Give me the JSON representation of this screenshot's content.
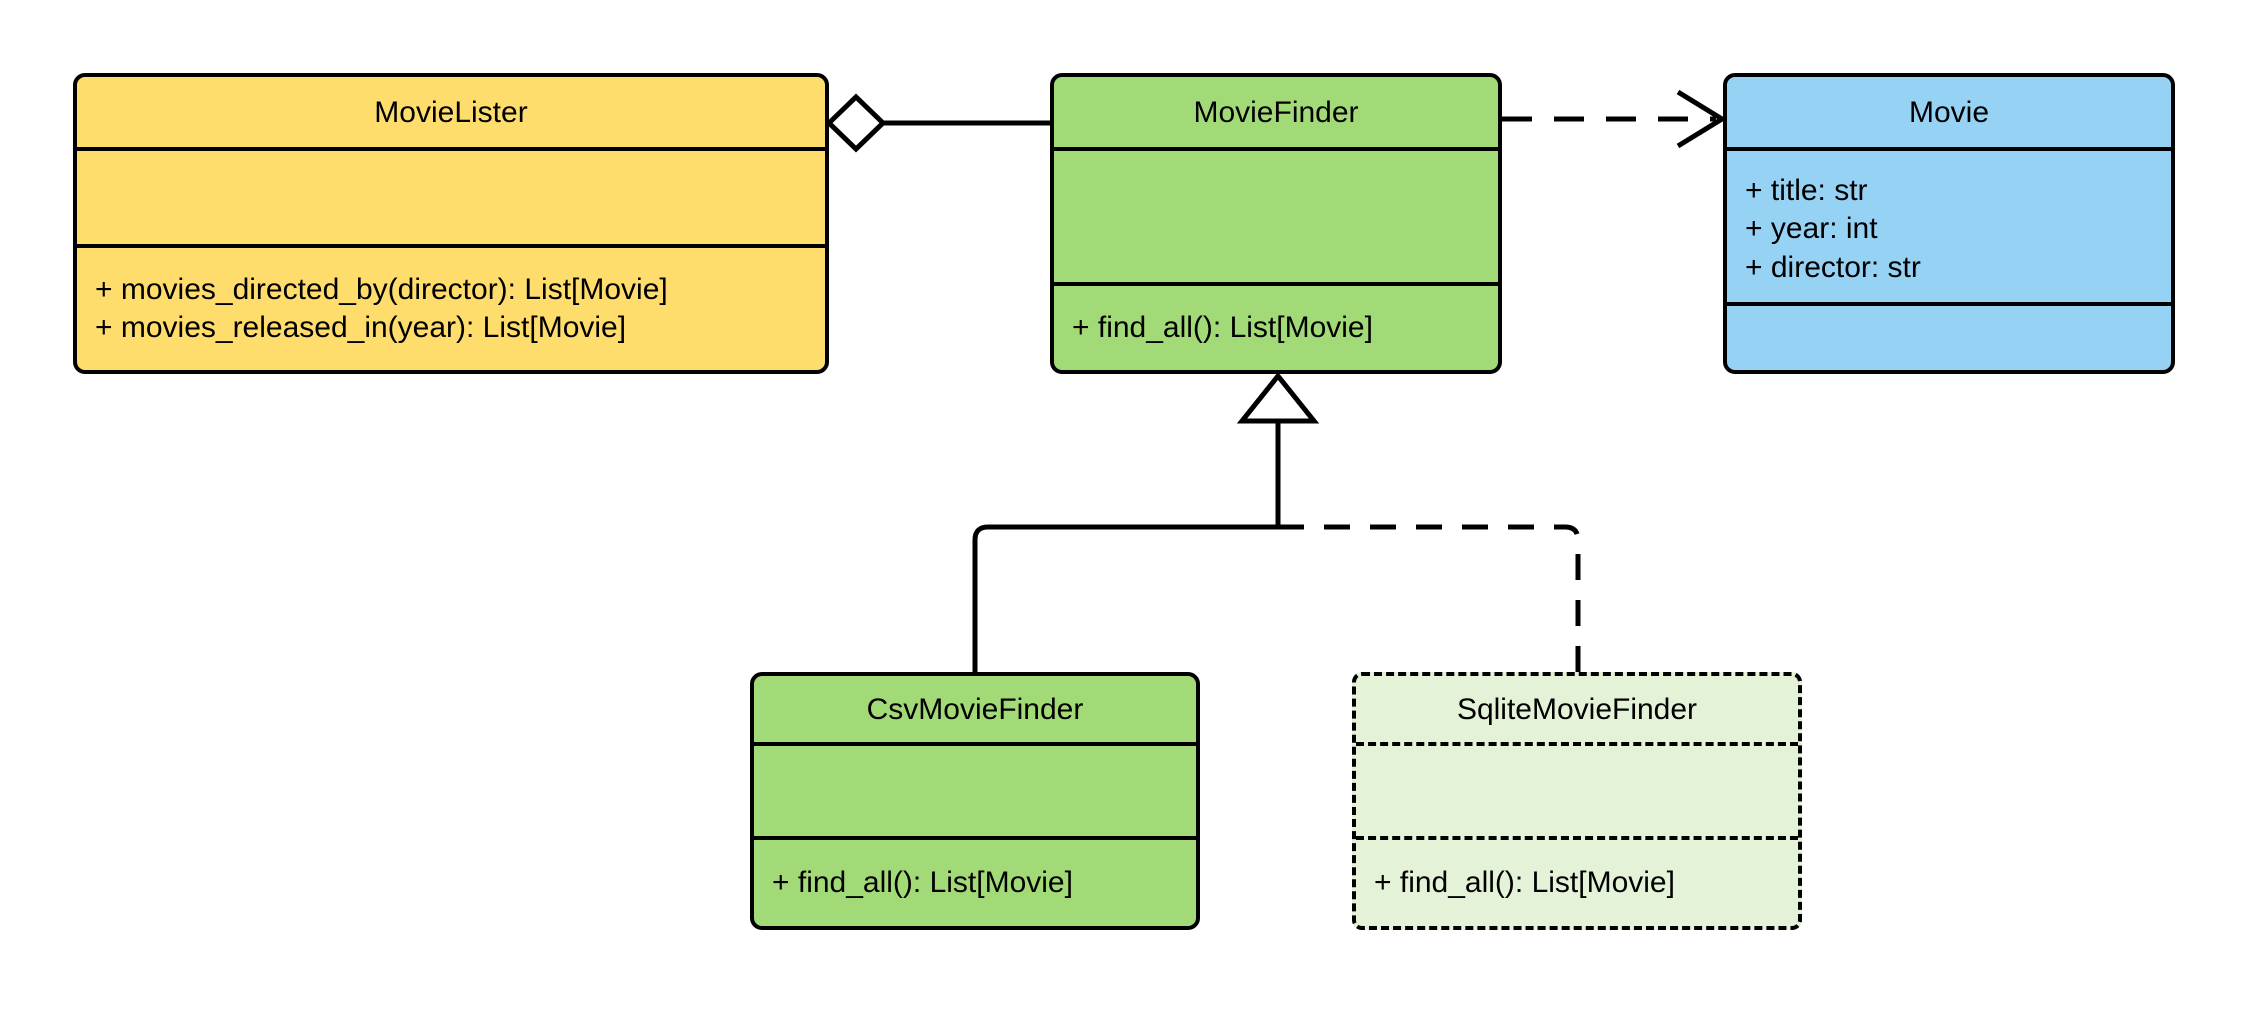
{
  "diagram": {
    "type": "uml-class-diagram",
    "background": "#ffffff",
    "line_color": "#000000"
  },
  "classes": {
    "movie_lister": {
      "name": "MovieLister",
      "fill": "#ffdd6d",
      "border_style": "solid",
      "attributes": [],
      "methods": [
        "+ movies_directed_by(director): List[Movie]",
        "+ movies_released_in(year): List[Movie]"
      ]
    },
    "movie_finder": {
      "name": "MovieFinder",
      "fill": "#a3da78",
      "border_style": "solid",
      "attributes": [],
      "methods": [
        "+ find_all(): List[Movie]"
      ]
    },
    "movie": {
      "name": "Movie",
      "fill": "#95d2f4",
      "border_style": "solid",
      "attributes": [
        "+ title: str",
        "+ year: int",
        "+ director: str"
      ],
      "methods": []
    },
    "csv_movie_finder": {
      "name": "CsvMovieFinder",
      "fill": "#a3da78",
      "border_style": "solid",
      "attributes": [],
      "methods": [
        "+ find_all(): List[Movie]"
      ]
    },
    "sqlite_movie_finder": {
      "name": "SqliteMovieFinder",
      "fill": "#e4f2d8",
      "border_style": "dashed",
      "attributes": [],
      "methods": [
        "+ find_all(): List[Movie]"
      ]
    }
  },
  "relationships": [
    {
      "id": "aggregation-lister-finder",
      "kind": "aggregation",
      "from": "MovieLister",
      "to": "MovieFinder",
      "line_style": "solid",
      "source_marker": "hollow-diamond",
      "target_marker": "none"
    },
    {
      "id": "dependency-finder-movie",
      "kind": "dependency",
      "from": "MovieFinder",
      "to": "Movie",
      "line_style": "dashed",
      "source_marker": "none",
      "target_marker": "open-arrow"
    },
    {
      "id": "generalization-csv-finder",
      "kind": "generalization",
      "from": "CsvMovieFinder",
      "to": "MovieFinder",
      "line_style": "solid",
      "source_marker": "none",
      "target_marker": "hollow-triangle"
    },
    {
      "id": "generalization-sqlite-finder",
      "kind": "generalization",
      "from": "SqliteMovieFinder",
      "to": "MovieFinder",
      "line_style": "dashed",
      "source_marker": "none",
      "target_marker": "hollow-triangle"
    }
  ]
}
